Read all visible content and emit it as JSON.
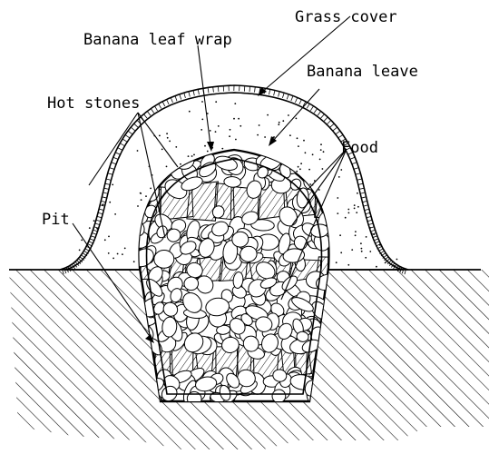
{
  "labels": {
    "grass_cover": "Grass cover",
    "banana_leaf_wrap": "Banana leaf wrap",
    "banana_leave": "Banana leave",
    "hot_stones": "Hot stones",
    "food": "Food",
    "pit": "Pit"
  },
  "colors": {
    "ink": "#000000",
    "paper": "#ffffff"
  }
}
